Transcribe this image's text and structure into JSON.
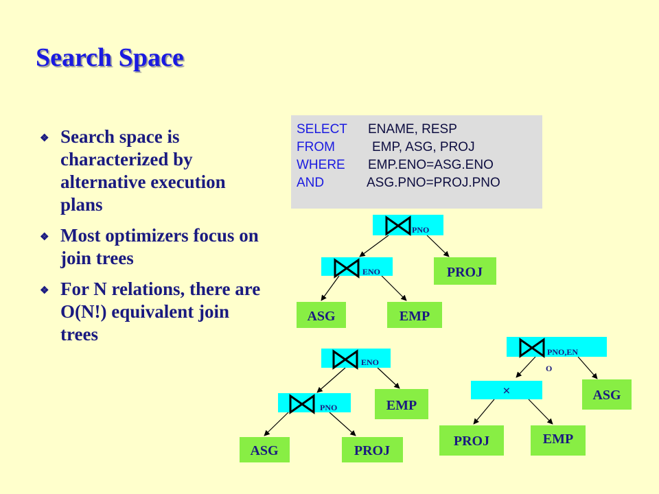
{
  "title": "Search Space",
  "bullets": [
    "Search space is characterized by alternative execution plans",
    "Most optimizers focus on join trees",
    "For N relations, there are O(N!) equivalent join trees"
  ],
  "bullet_icon": "diamond-bullet-icon",
  "sql": [
    {
      "kw": "SELECT",
      "rest": "ENAME, RESP"
    },
    {
      "kw": "FROM",
      "rest": "EMP, ASG, PROJ"
    },
    {
      "kw": "WHERE",
      "rest": "EMP.ENO=ASG.ENO"
    },
    {
      "kw": "AND",
      "rest": "ASG.PNO=PROJ.PNO"
    }
  ],
  "colors": {
    "title": "#1a1ae0",
    "bullet_text": "#1a1a80",
    "join_node": "#00ffff",
    "relation_node": "#88ee44",
    "background": "#ffffcc",
    "sql_box": "#dddddd"
  },
  "trees": {
    "tree1": {
      "root_label": "PNO",
      "inner_label": "ENO",
      "leaves": [
        "ASG",
        "EMP",
        "PROJ"
      ]
    },
    "tree2": {
      "root_label": "ENO",
      "inner_label": "PNO",
      "leaves": [
        "ASG",
        "PROJ",
        "EMP"
      ]
    },
    "tree3": {
      "root_label_line1": "PNO,EN",
      "root_label_line2": "O",
      "cross_symbol": "×",
      "leaves": [
        "PROJ",
        "EMP",
        "ASG"
      ]
    }
  }
}
